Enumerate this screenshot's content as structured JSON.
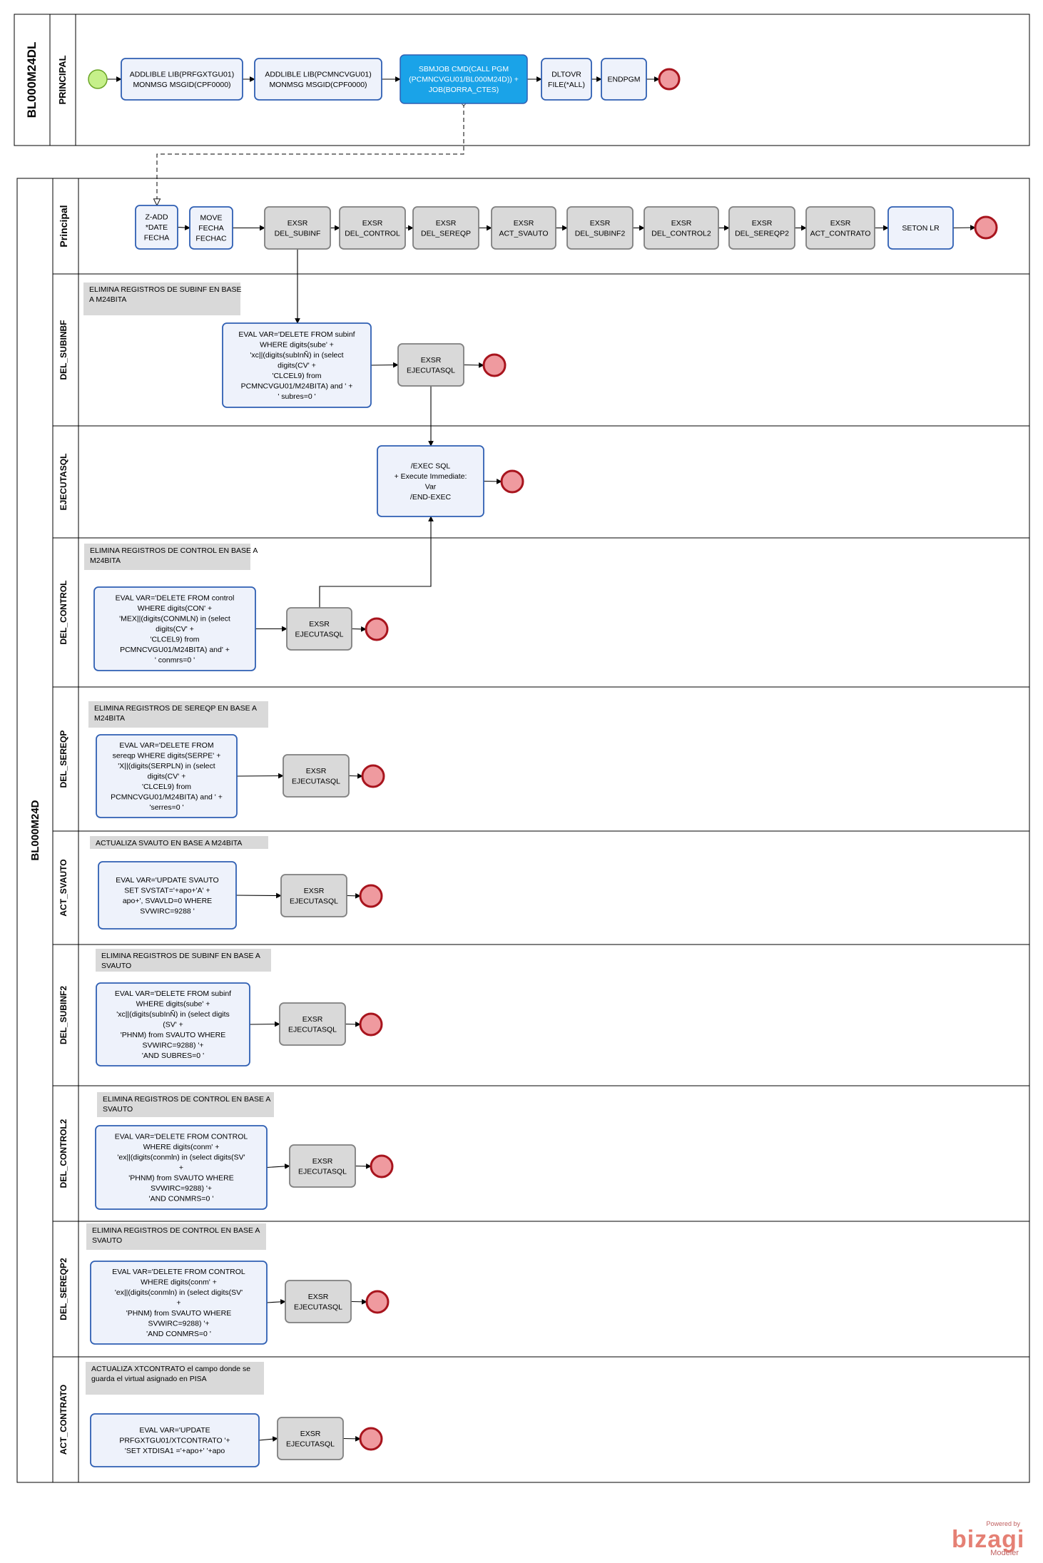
{
  "pools": [
    {
      "id": "pool1",
      "title": "BL000M24DL",
      "lanes": [
        {
          "id": "p1-principal",
          "title": "PRINCIPAL"
        }
      ]
    },
    {
      "id": "pool2",
      "title": "BL000M24D",
      "lanes": [
        {
          "id": "p2-principal",
          "title": "Principal"
        },
        {
          "id": "del-subinbf",
          "title": "DEL_SUBINBF"
        },
        {
          "id": "ejecutasql",
          "title": "EJECUTASQL"
        },
        {
          "id": "del-control",
          "title": "DEL_CONTROL"
        },
        {
          "id": "del-sereqp",
          "title": "DEL_SEREQP"
        },
        {
          "id": "act-svauto",
          "title": "ACT_SVAUTO"
        },
        {
          "id": "del-subinf2",
          "title": "DEL_SUBINF2"
        },
        {
          "id": "del-control2",
          "title": "DEL_CONTROL2"
        },
        {
          "id": "del-sereqp2",
          "title": "DEL_SEREQP2"
        },
        {
          "id": "act-contrato",
          "title": "ACT_CONTRATO"
        }
      ]
    }
  ],
  "tasks": [
    {
      "id": "t-addlible1",
      "lines": [
        "ADDLIBLE    LIB(PRFGXTGU01)",
        "MONMSG       MSGID(CPF0000)"
      ]
    },
    {
      "id": "t-addlible2",
      "lines": [
        "ADDLIBLE    LIB(PCMNCVGU01)",
        "MONMSG       MSGID(CPF0000)"
      ]
    },
    {
      "id": "t-sbmjob",
      "lines": [
        "SBMJOB      CMD(CALL PGM",
        "(PCMNCVGU01/BL000M24D)) +",
        "JOB(BORRA_CTES)"
      ]
    },
    {
      "id": "t-dltovr",
      "lines": [
        "DLTOVR",
        "FILE(*ALL)"
      ]
    },
    {
      "id": "t-endpgm",
      "lines": [
        "ENDPGM"
      ]
    },
    {
      "id": "t-zadd",
      "lines": [
        "Z-ADD",
        "*DATE",
        "FECHA"
      ]
    },
    {
      "id": "t-move",
      "lines": [
        "MOVE",
        "FECHA",
        "FECHAC"
      ]
    },
    {
      "id": "t-exsr-del-subinf",
      "lines": [
        "EXSR",
        "DEL_SUBINF"
      ]
    },
    {
      "id": "t-exsr-del-control",
      "lines": [
        "EXSR",
        "DEL_CONTROL"
      ]
    },
    {
      "id": "t-exsr-del-sereqp",
      "lines": [
        "EXSR",
        "DEL_SEREQP"
      ]
    },
    {
      "id": "t-exsr-act-svauto",
      "lines": [
        "EXSR",
        "ACT_SVAUTO"
      ]
    },
    {
      "id": "t-exsr-del-subinf2",
      "lines": [
        "EXSR",
        "DEL_SUBINF2"
      ]
    },
    {
      "id": "t-exsr-del-control2",
      "lines": [
        "EXSR",
        "DEL_CONTROL2"
      ]
    },
    {
      "id": "t-exsr-del-sereqp2",
      "lines": [
        "EXSR",
        "DEL_SEREQP2"
      ]
    },
    {
      "id": "t-exsr-act-contrato",
      "lines": [
        "EXSR",
        "ACT_CONTRATO"
      ]
    },
    {
      "id": "t-seton",
      "lines": [
        "SETON     LR"
      ]
    },
    {
      "id": "t-eval-subinbf",
      "lines": [
        "EVAL       VAR='DELETE FROM subinf",
        "WHERE digits(sube' +",
        "'xc||(digits(subInÑ) in (select",
        "digits(CV' +",
        "'CLCEL9) from",
        "PCMNCVGU01/M24BITA) and '     +",
        "' subres=0                   '"
      ]
    },
    {
      "id": "t-exsr-ej-1",
      "lines": [
        "EXSR",
        "EJECUTASQL"
      ]
    },
    {
      "id": "t-exec-sql",
      "lines": [
        "/EXEC SQL",
        "+       Execute Immediate:",
        "Var",
        "/END-EXEC"
      ]
    },
    {
      "id": "t-eval-control",
      "lines": [
        "EVAL       VAR='DELETE FROM control",
        "WHERE digits(CON' +",
        "'MEX||(digits(CONMLN) in (select",
        "digits(CV' +",
        "'CLCEL9) from",
        "PCMNCVGU01/M24BITA) and'      +",
        "' conmrs=0                   '"
      ]
    },
    {
      "id": "t-exsr-ej-2",
      "lines": [
        "EXSR",
        "EJECUTASQL"
      ]
    },
    {
      "id": "t-eval-sereqp",
      "lines": [
        "EVAL       VAR='DELETE FROM",
        "sereqp WHERE digits(SERPE' +",
        "'X||(digits(SERPLN) in (select",
        "digits(CV' +",
        "'CLCEL9) from",
        "PCMNCVGU01/M24BITA) and '     +",
        "'serres=0                   '"
      ]
    },
    {
      "id": "t-exsr-ej-3",
      "lines": [
        "EXSR",
        "EJECUTASQL"
      ]
    },
    {
      "id": "t-eval-svauto",
      "lines": [
        "EVAL       VAR='UPDATE SVAUTO",
        "SET SVSTAT='+apo+'A'    +",
        "apo+', SVAVLD=0 WHERE",
        "SVWIRC=9288 '"
      ]
    },
    {
      "id": "t-exsr-ej-4",
      "lines": [
        "EXSR",
        "EJECUTASQL"
      ]
    },
    {
      "id": "t-eval-subinf2",
      "lines": [
        "EVAL       VAR='DELETE FROM subinf",
        "WHERE digits(sube' +",
        "'xc||(digits(subInÑ) in (select digits",
        "(SV' +",
        "'PHNM) from SVAUTO WHERE",
        "SVWIRC=9288)   '+",
        "'AND SUBRES=0                   '"
      ]
    },
    {
      "id": "t-exsr-ej-5",
      "lines": [
        "EXSR",
        "EJECUTASQL"
      ]
    },
    {
      "id": "t-eval-control2",
      "lines": [
        "EVAL       VAR='DELETE FROM CONTROL",
        "WHERE digits(conm' +",
        "'ex||(digits(conmln) in (select digits(SV'",
        "+",
        "'PHNM) from SVAUTO WHERE",
        "SVWIRC=9288)    '+",
        "'AND CONMRS=0                   '"
      ]
    },
    {
      "id": "t-exsr-ej-6",
      "lines": [
        "EXSR",
        "EJECUTASQL"
      ]
    },
    {
      "id": "t-eval-sereqp2",
      "lines": [
        "EVAL       VAR='DELETE FROM CONTROL",
        "WHERE digits(conm' +",
        "'ex||(digits(conmln) in (select digits(SV'",
        "+",
        "'PHNM) from SVAUTO WHERE",
        "SVWIRC=9288)    '+",
        "'AND CONMRS=0                   '"
      ]
    },
    {
      "id": "t-exsr-ej-7",
      "lines": [
        "EXSR",
        "EJECUTASQL"
      ]
    },
    {
      "id": "t-eval-contrato",
      "lines": [
        "EVAL       VAR='UPDATE",
        "PRFGXTGU01/XTCONTRATO    '+",
        "'SET XTDISA1 ='+apo+'              '+apo"
      ]
    },
    {
      "id": "t-exsr-ej-8",
      "lines": [
        "EXSR",
        "EJECUTASQL"
      ]
    }
  ],
  "notes": [
    {
      "id": "n-subinbf",
      "lines": [
        "ELIMINA REGISTROS DE SUBINF EN BASE",
        "A M24BITA"
      ]
    },
    {
      "id": "n-control",
      "lines": [
        "ELIMINA REGISTROS DE CONTROL EN BASE A",
        "M24BITA"
      ]
    },
    {
      "id": "n-sereqp",
      "lines": [
        "ELIMINA REGISTROS DE SEREQP EN BASE A",
        "M24BITA"
      ]
    },
    {
      "id": "n-svauto",
      "lines": [
        "ACTUALIZA SVAUTO EN BASE A M24BITA"
      ]
    },
    {
      "id": "n-subinf2",
      "lines": [
        "ELIMINA REGISTROS DE SUBINF EN BASE A",
        "SVAUTO"
      ]
    },
    {
      "id": "n-control2",
      "lines": [
        "ELIMINA REGISTROS DE CONTROL EN BASE A",
        "SVAUTO"
      ]
    },
    {
      "id": "n-sereqp2",
      "lines": [
        "ELIMINA REGISTROS DE CONTROL EN BASE A",
        "SVAUTO"
      ]
    },
    {
      "id": "n-contrato",
      "lines": [
        "ACTUALIZA XTCONTRATO el campo donde se",
        "guarda el virtual asignado en PISA"
      ]
    }
  ],
  "footer": {
    "powered": "Powered by",
    "brand": "bizagi",
    "product": "Modeler"
  },
  "colors": {
    "task_fill": "#eef2fb",
    "task_stroke": "#2f5fb3",
    "subprocess_fill": "#d9d9d9",
    "subprocess_stroke": "#7f7f7f",
    "highlight_fill": "#1aa3e8",
    "start_fill": "#c6f08a",
    "start_stroke": "#6aa526",
    "end_fill": "#ef9a9f",
    "end_stroke": "#a8141d",
    "note_fill": "#d9d9d9"
  }
}
